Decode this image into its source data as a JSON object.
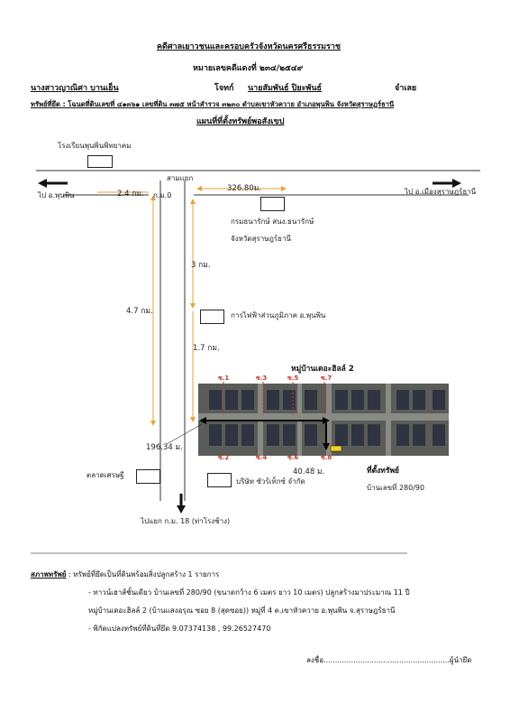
{
  "header": {
    "court": "คดีศาลเยาวชนและครอบครัวจังหวัดนครศรีธรรมราช",
    "case_no": "หมายเลขคดีแดงที่ ๒๓๔/๒๕๔๙",
    "defendant": "นางสาวญาณิศา บานเย็น",
    "plaintiff_label": "โจทก์",
    "plaintiff_name": "นายสัมพันธ์ ปิยะพันธ์",
    "defendant_label": "จำเลย",
    "property_line": "ทรัพย์ที่ยึด : โฉนดที่ดินเลขที่ ๔๑๓๖๑ เลขที่ดิน ๓๗๕ หน้าสำรวจ ๓๒๓๐ ตำบลเขาหัวควาย อำเภอพุนพิน จังหวัดสุราษฎร์ธานี",
    "map_title": "แผนที่ที่ตั้งทรัพย์พอสังเขป"
  },
  "map": {
    "school": "โรงเรียนพุนพินพิทยาคม",
    "junction": "สามแยก",
    "to_phunphin": "ไป อ.พุนพิน",
    "to_muang": "ไป อ.เมืองสุราษฎร์ธานี",
    "dist_left": "2.4 กม.",
    "km_zero": "ก.ม.0",
    "dist_right": "326.80ม.",
    "forest_dept": "กรมธนารักษ์ สนง.ธนารักษ์",
    "province": "จังหวัดสุราษฎร์ธานี",
    "dist_3km": "3 กม.",
    "dist_47km": "4.7 กม.",
    "electricity": "การไฟฟ้าส่วนภูมิภาค อ.พุนพิน",
    "dist_17km": "1.7 กม.",
    "village": "หมู่บ้านเดอะฮิลล์ 2",
    "alley_top": [
      "ซ.1",
      "ซ.3",
      "ซ.5",
      "ซ.7"
    ],
    "alley_bottom": [
      "ซ.2",
      "ซ.4",
      "ซ.6",
      "ซ.8"
    ],
    "dist_196": "196.34 ม.",
    "dist_40": "40.48 ม.",
    "property_loc": "ที่ตั้งทรัพย์",
    "house_no": "บ้านเลขที่ 280/90",
    "market": "ตลาดเศรษฐี",
    "company": "บริษัท ซัวร์เท็กซ์ จำกัด",
    "to_km18": "ไปแยก ก.ม. 18 (ท่าโรงช้าง)"
  },
  "details": {
    "title": "สภาพทรัพย์",
    "title_rest": " : ทรัพย์ที่ยึดเป็นที่ดินพร้อมสิ่งปลูกสร้าง 1 รายการ",
    "line1": "-  ทาวน์เฮาส์ชั้นเดียว บ้านเลขที่ 280/90  (ขนาดกว้าง 6 เมตร ยาว 10 เมตร) ปลูกสร้างมาประมาณ 11 ปี",
    "line2": "หมู่บ้านเดอะฮิลล์ 2 (บ้านแสงอรุณ ซอย 8 (สุดซอย)) หมู่ที่ 4 ต.เขาหัวควาย อ.พุนพิน จ.สุราษฎร์ธานี",
    "line3": "-  พิกัดแปลงทรัพย์ที่ดินที่ยึด  9.07374138 , 99.26527470",
    "sign": "ลงชื่อ.......................................................ผู้นำยึด"
  }
}
